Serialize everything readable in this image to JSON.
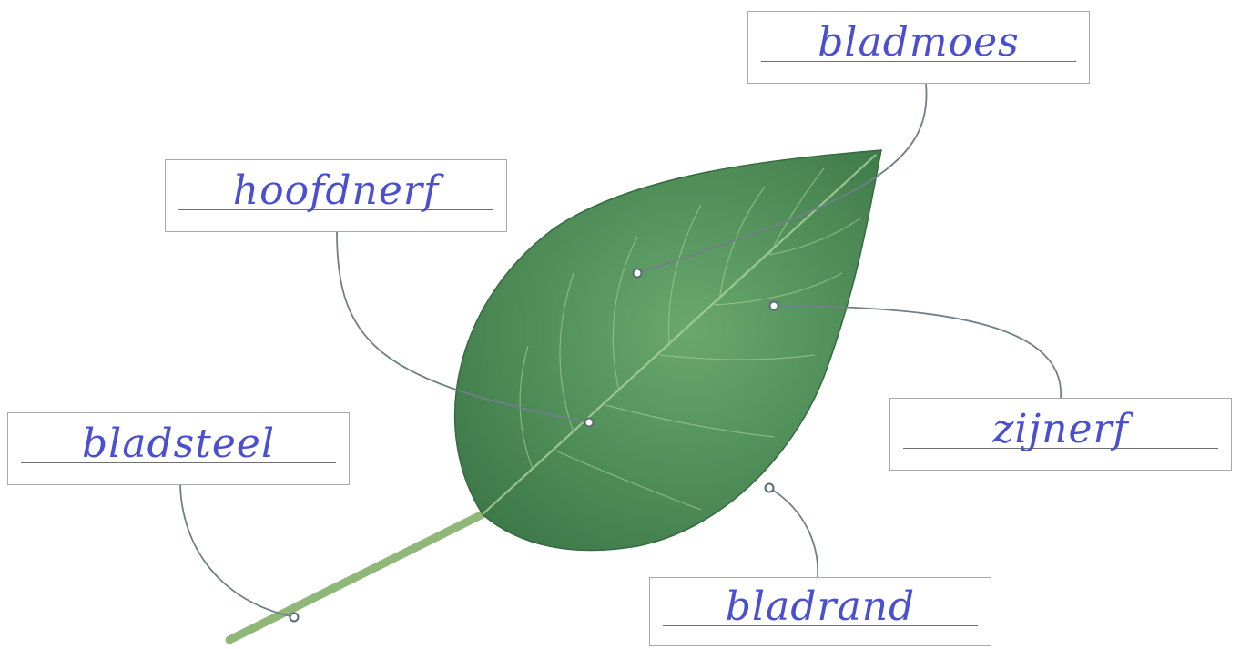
{
  "labels": {
    "bladmoes": "bladmoes",
    "hoofdnerf": "hoofdnerf",
    "bladsteel": "bladsteel",
    "zijnerf": "zijnerf",
    "bladrand": "bladrand"
  },
  "colors": {
    "handwriting": "#4a4fd0",
    "leaf_dark": "#3f7a4a",
    "leaf_light": "#6aa86f",
    "leader_line": "#6f8088",
    "box_border": "#a9a9a9",
    "stem": "#8fb878"
  }
}
